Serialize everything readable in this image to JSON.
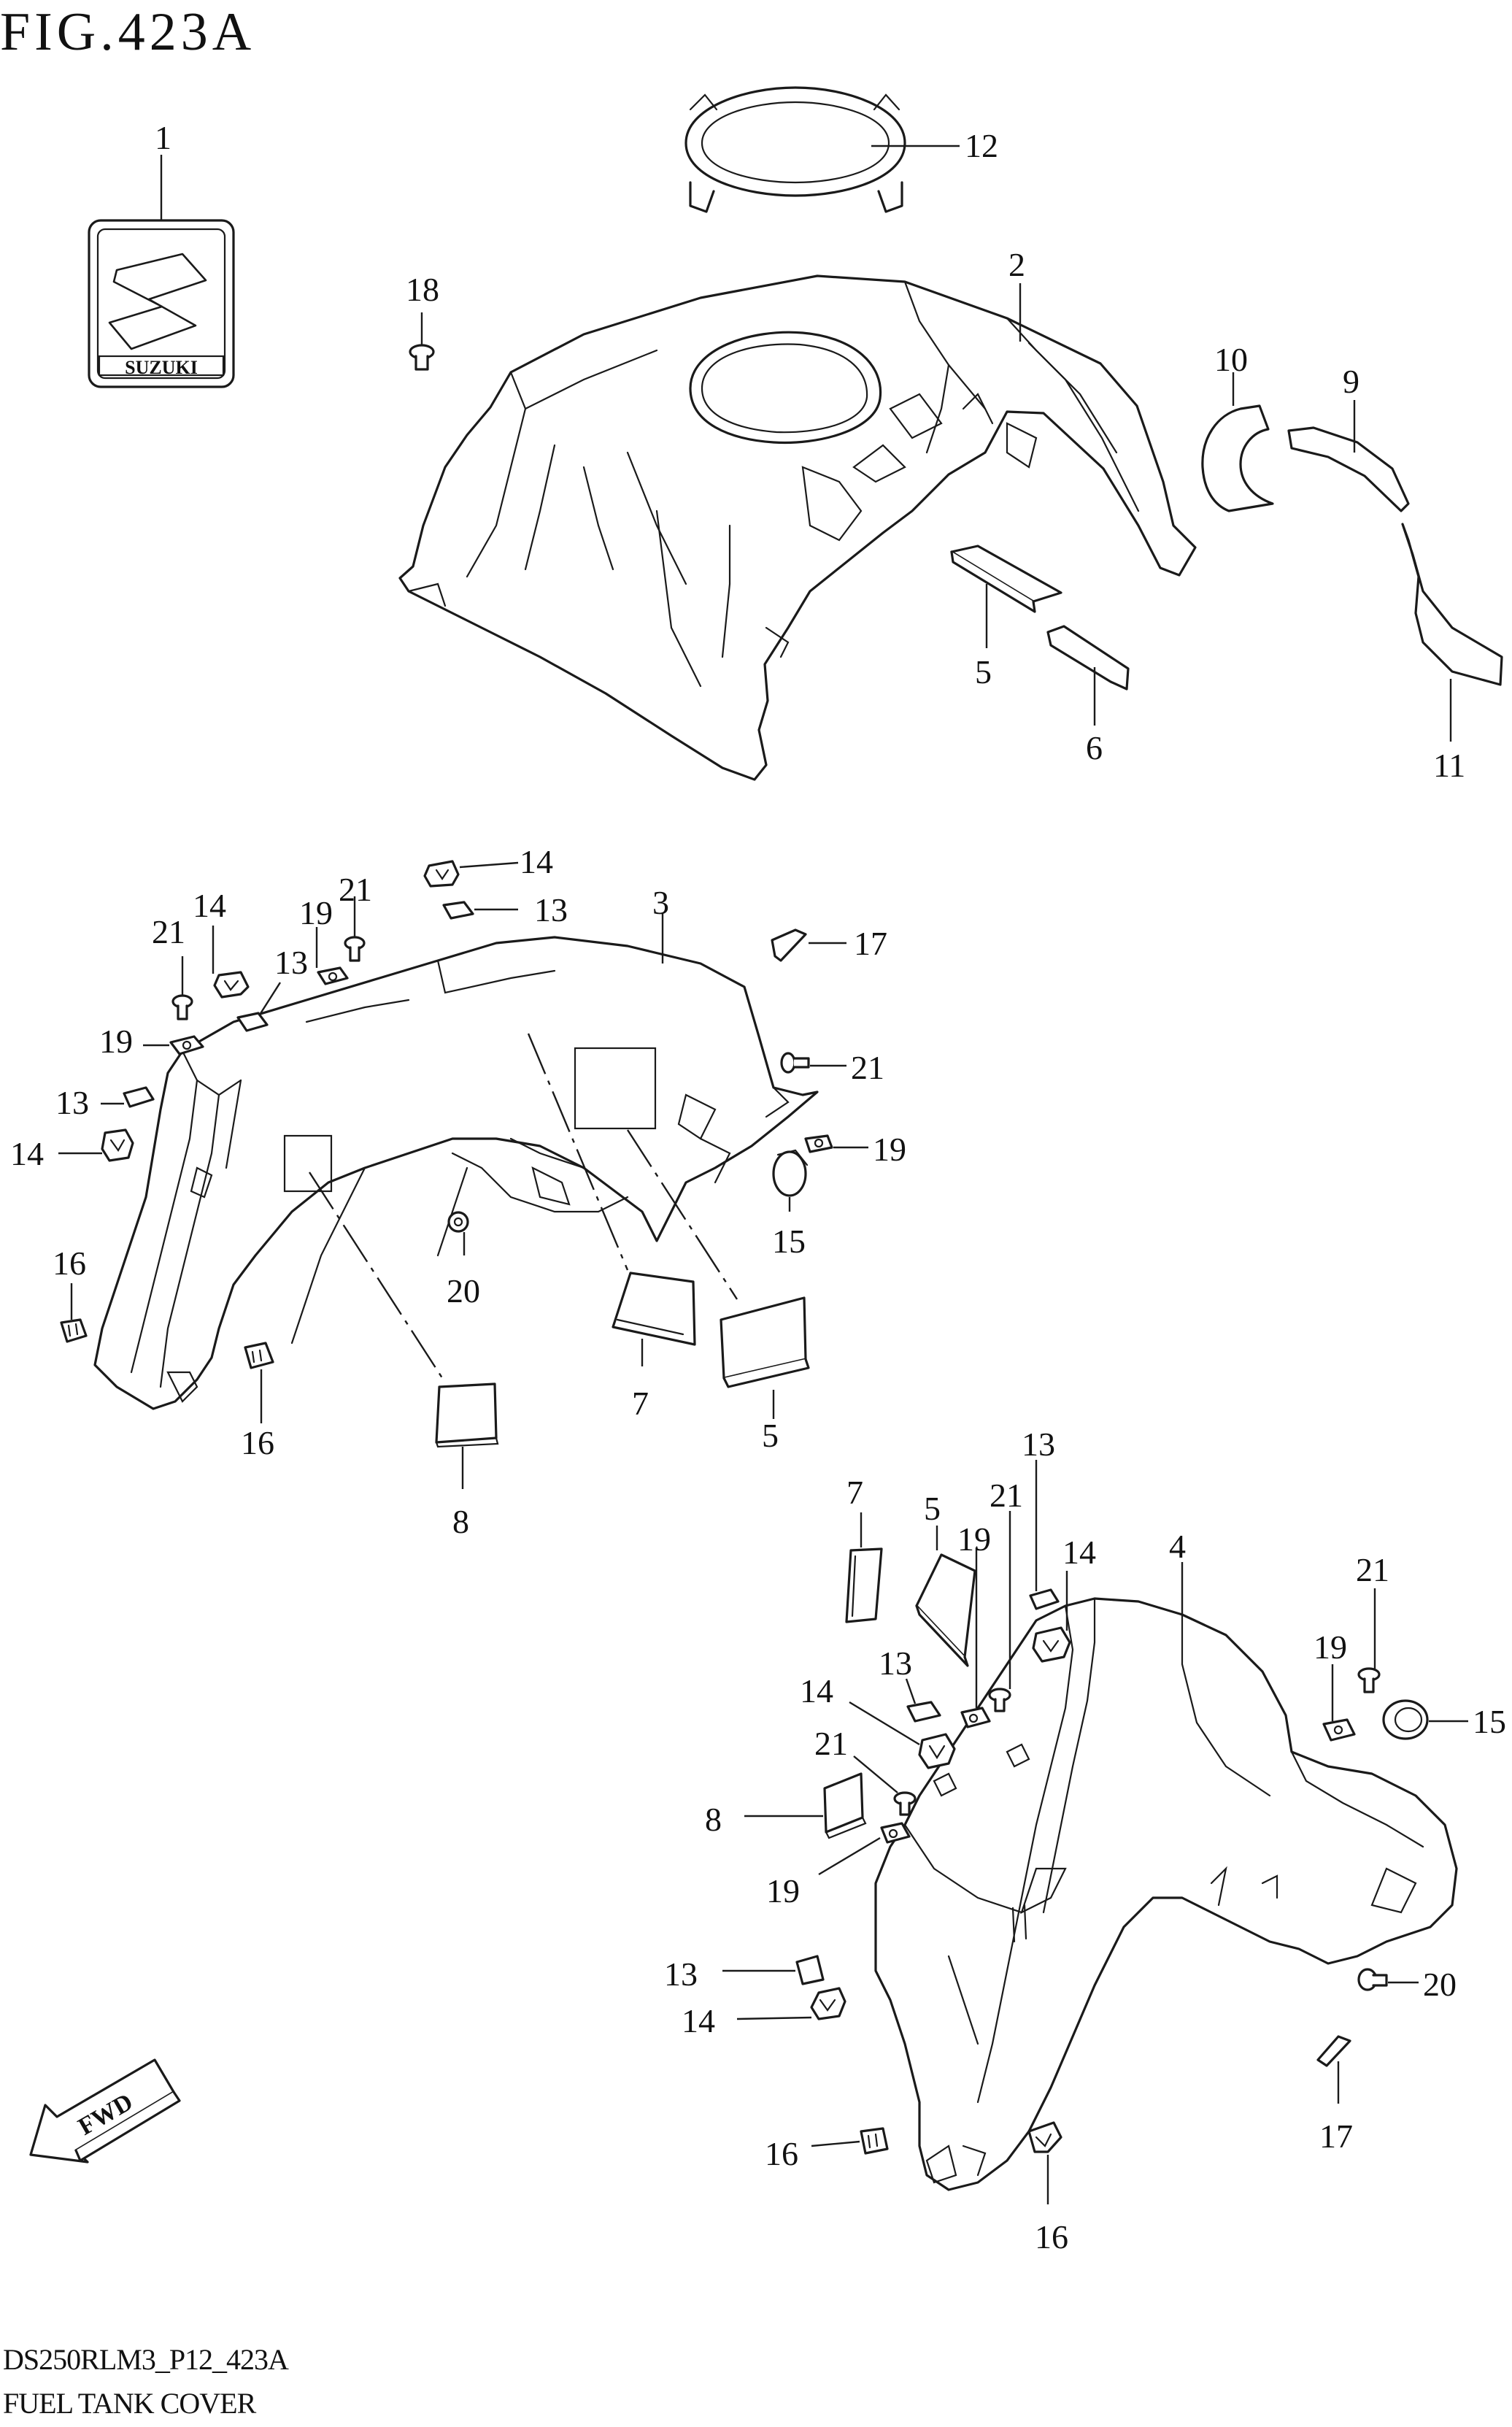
{
  "figure_title": "FIG.423A",
  "footer": {
    "code": "DS250RLM3_P12_423A",
    "caption": "FUEL TANK COVER"
  },
  "emblem_text": "SUZUKI",
  "fwd_arrow_text": "FWD",
  "callouts": {
    "c1": "1",
    "c2": "2",
    "c3": "3",
    "c4": "4",
    "c5a": "5",
    "c5b": "5",
    "c5c": "5",
    "c6": "6",
    "c7a": "7",
    "c7b": "7",
    "c8a": "8",
    "c8b": "8",
    "c9": "9",
    "c10": "10",
    "c11": "11",
    "c12": "12",
    "c13a": "13",
    "c13b": "13",
    "c13c": "13",
    "c13d": "13",
    "c13e": "13",
    "c13f": "13",
    "c14a": "14",
    "c14b": "14",
    "c14c": "14",
    "c14d": "14",
    "c14e": "14",
    "c14f": "14",
    "c15a": "15",
    "c15b": "15",
    "c16a": "16",
    "c16b": "16",
    "c16c": "16",
    "c16d": "16",
    "c17a": "17",
    "c17b": "17",
    "c18": "18",
    "c19a": "19",
    "c19b": "19",
    "c19c": "19",
    "c19d": "19",
    "c19e": "19",
    "c19f": "19",
    "c20a": "20",
    "c20b": "20",
    "c21a": "21",
    "c21b": "21",
    "c21c": "21",
    "c21d": "21",
    "c21e": "21",
    "c21f": "21"
  }
}
